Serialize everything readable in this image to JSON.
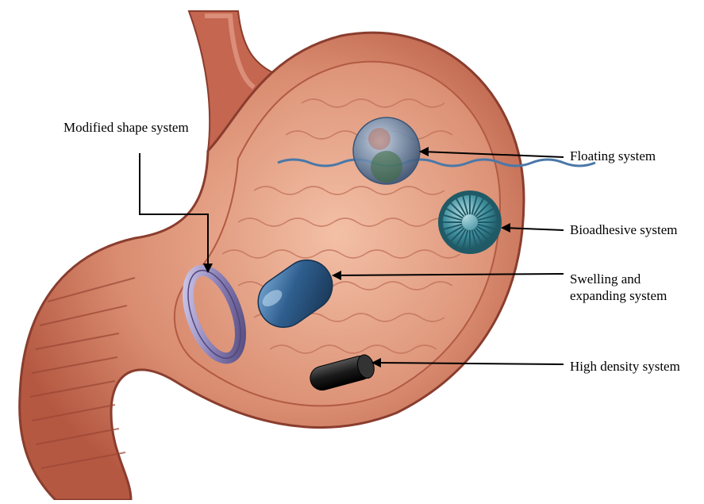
{
  "labels": {
    "modified_shape": "Modified shape system",
    "floating": "Floating system",
    "bioadhesive": "Bioadhesive system",
    "swelling_line1": "Swelling and",
    "swelling_line2": "expanding system",
    "high_density": "High density system"
  },
  "colors": {
    "stomach_outer": "#c96a52",
    "stomach_inner": "#d9876c",
    "stomach_wall": "#e7a98f",
    "fluid_line": "#4a78a8",
    "floating_sphere": "#6f8fb0",
    "bioadhesive_sphere": "#3f8f9f",
    "ring": "#8c82b8",
    "capsule": "#2f5f8f",
    "dense_tablet": "#1a1a1a"
  }
}
